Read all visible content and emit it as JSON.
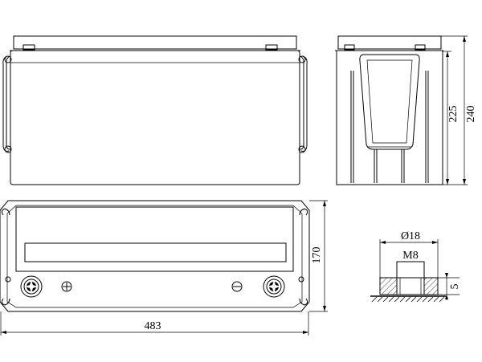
{
  "dimensions": {
    "width": "483",
    "depth": "170",
    "height_case": "225",
    "height_total": "240"
  },
  "terminal": {
    "diameter": "Ø18",
    "thread": "M8",
    "depth": "5"
  }
}
